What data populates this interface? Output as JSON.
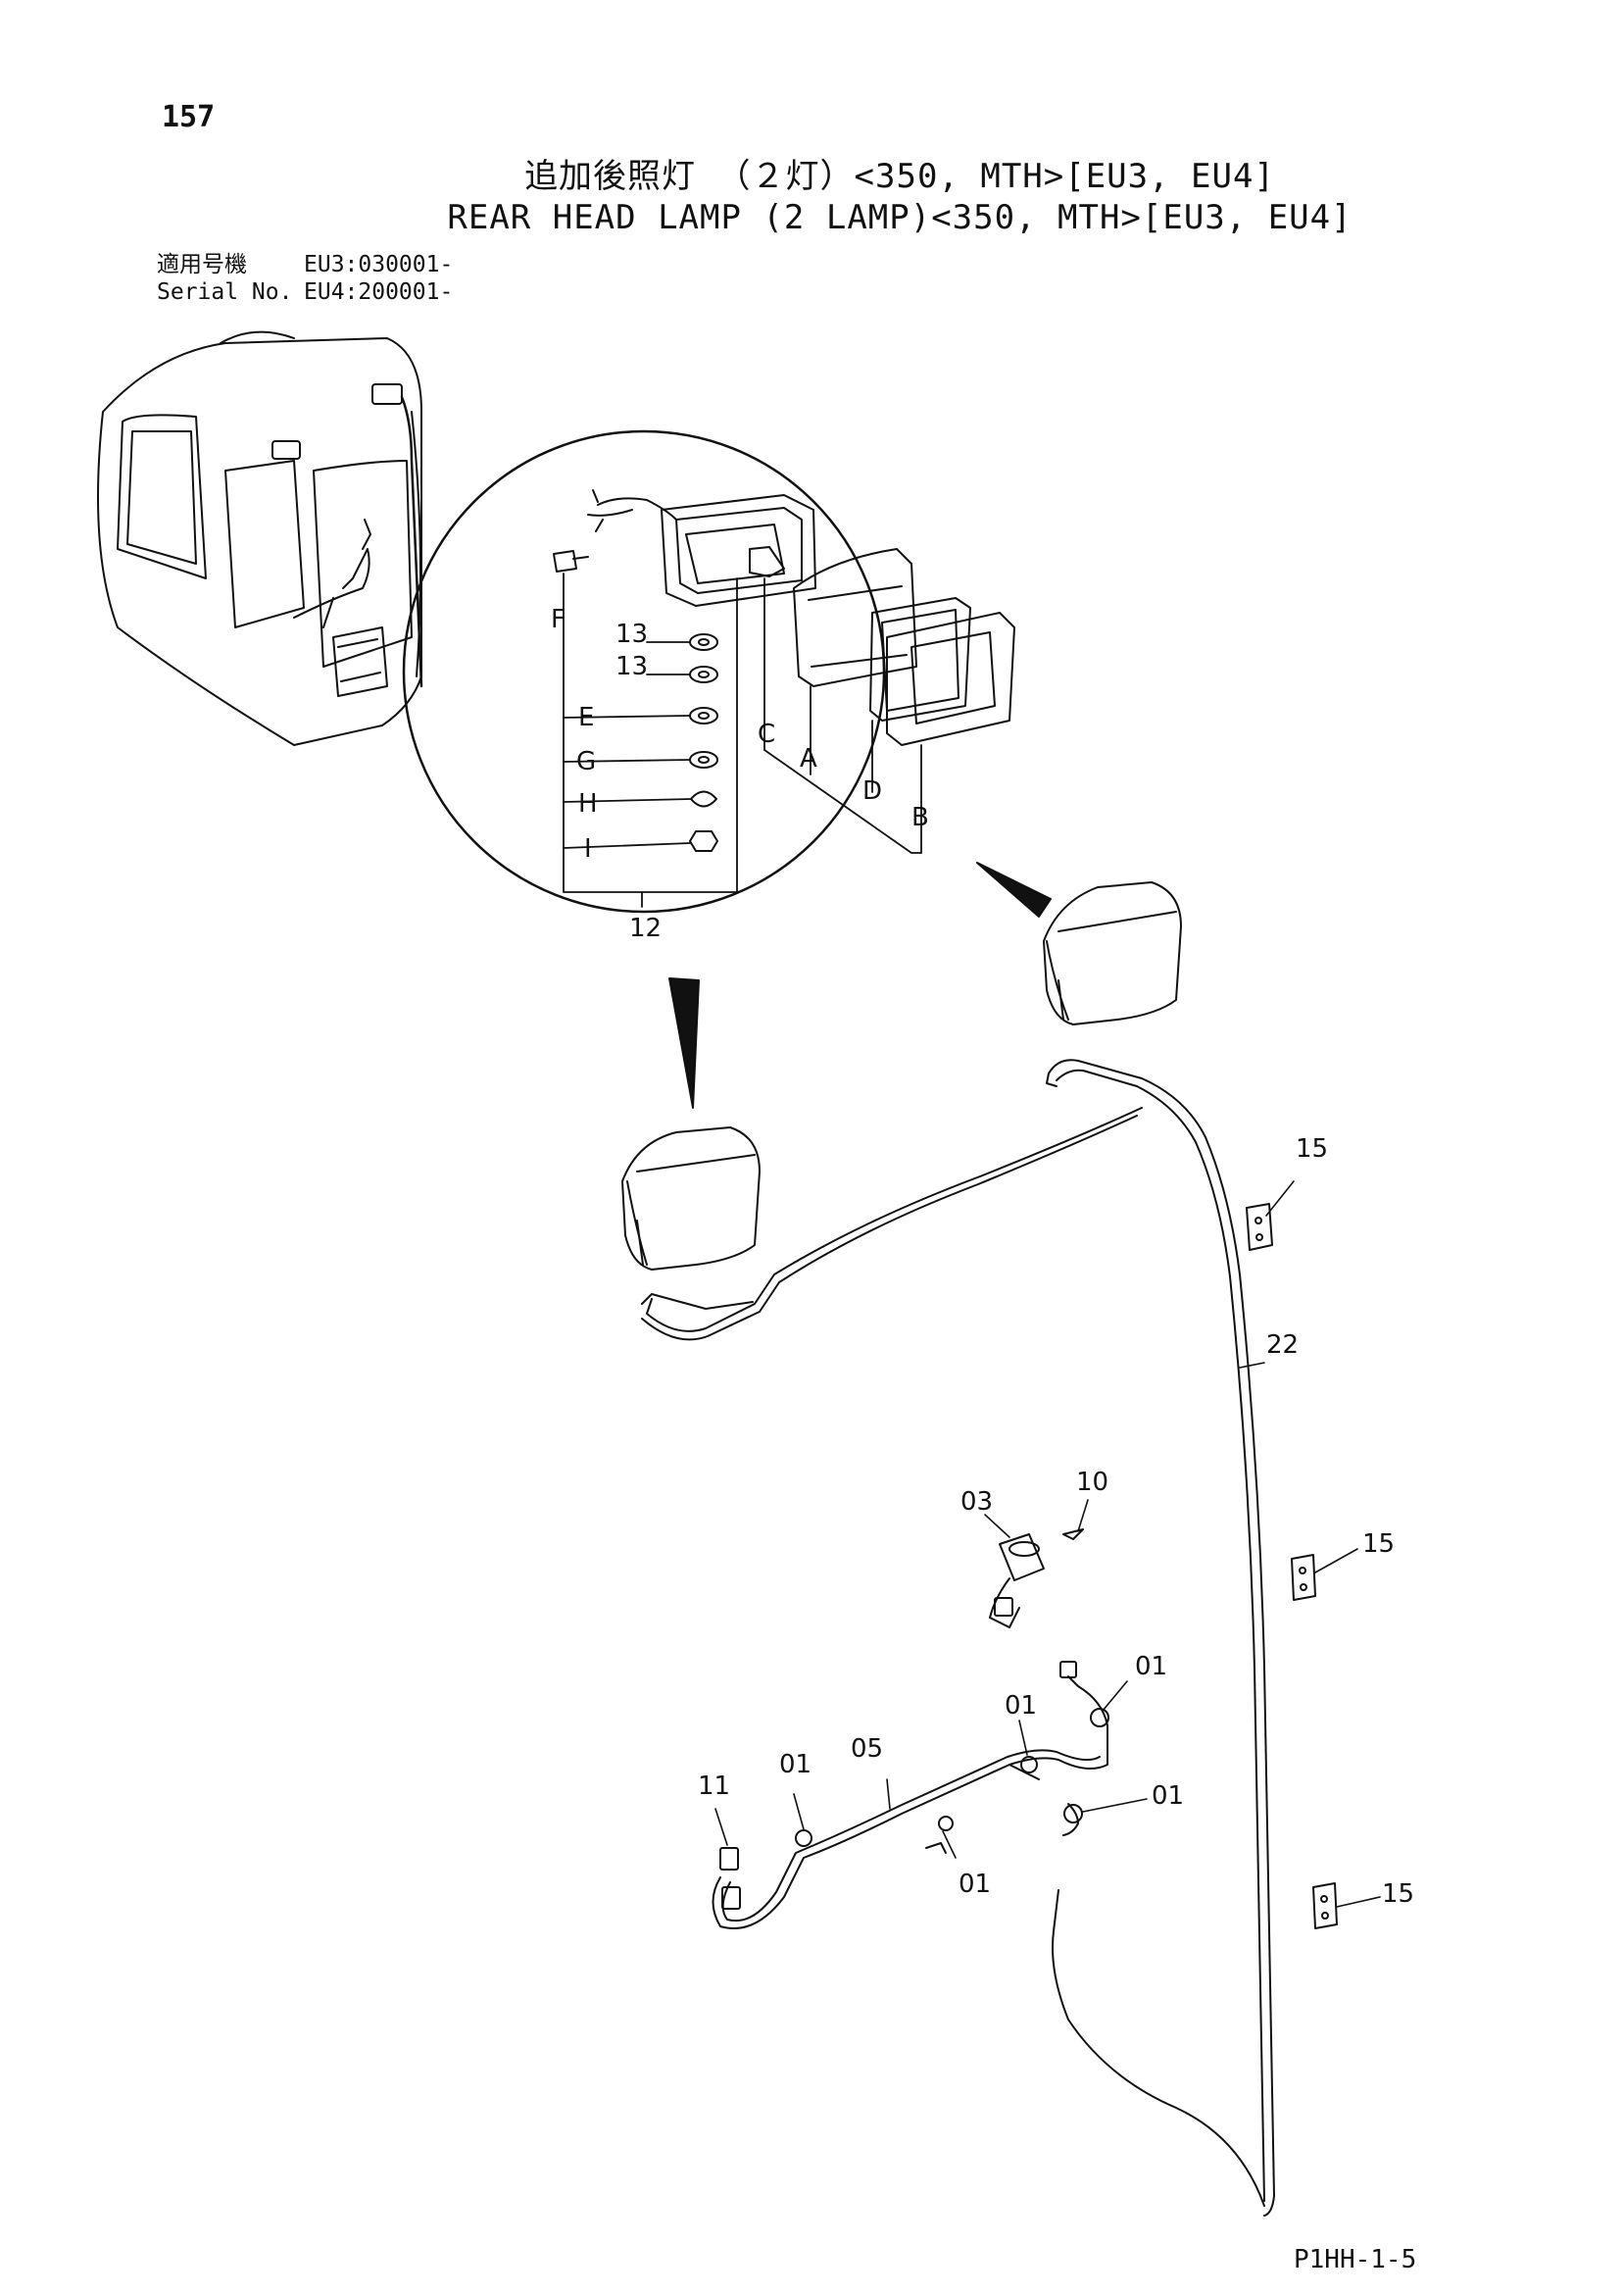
{
  "page": {
    "number": "157",
    "doc_code": "P1HH-1-5"
  },
  "title": {
    "jp": "追加後照灯 （２灯）<350, MTH>[EU3, EU4]",
    "en": "REAR HEAD LAMP (2 LAMP)<350, MTH>[EU3, EU4]"
  },
  "serial": {
    "label_jp": "適用号機",
    "label_en": "Serial No.",
    "eu3": "EU3:030001-",
    "eu4": "EU4:200001-"
  },
  "callouts": {
    "letters": {
      "F": "F",
      "E": "E",
      "G": "G",
      "H": "H",
      "I": "I",
      "C": "C",
      "A": "A",
      "D": "D",
      "B": "B"
    },
    "numbers": {
      "n13a": "13",
      "n13b": "13",
      "n12": "12",
      "n15a": "15",
      "n15b": "15",
      "n15c": "15",
      "n22": "22",
      "n03": "03",
      "n10": "10",
      "n01a": "01",
      "n01b": "01",
      "n01c": "01",
      "n01d": "01",
      "n01e": "01",
      "n05": "05",
      "n11": "11"
    }
  }
}
